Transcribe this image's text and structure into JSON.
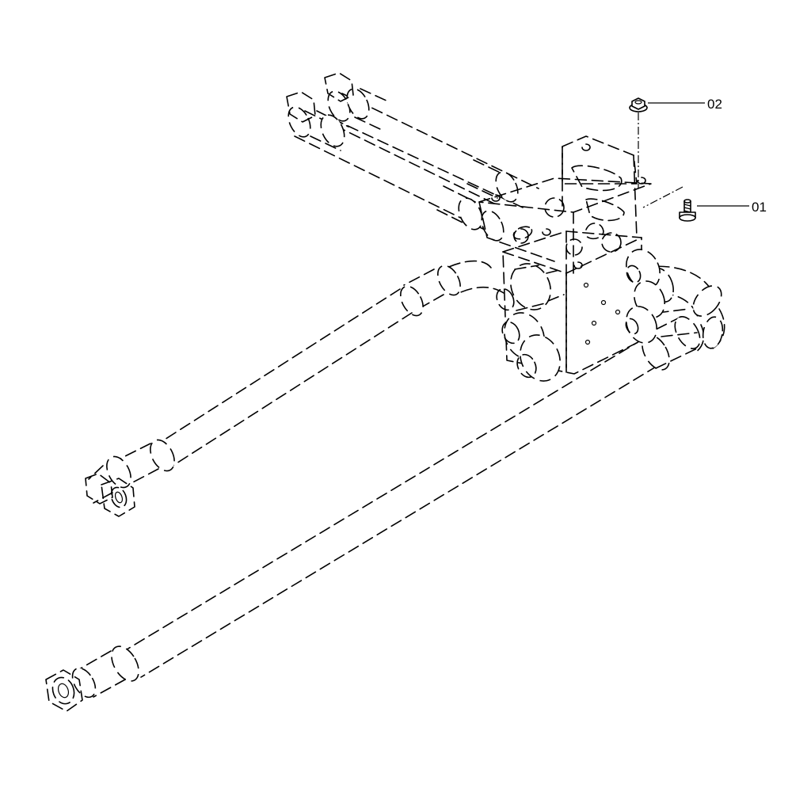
{
  "callouts": [
    {
      "id": "01",
      "label": "01"
    },
    {
      "id": "02",
      "label": "02"
    }
  ],
  "parts": [
    {
      "label": "01",
      "icon": "flange-bolt-icon"
    },
    {
      "label": "02",
      "icon": "flange-nut-icon"
    }
  ],
  "style": {
    "line_color": "#000000",
    "background": "#ffffff"
  }
}
